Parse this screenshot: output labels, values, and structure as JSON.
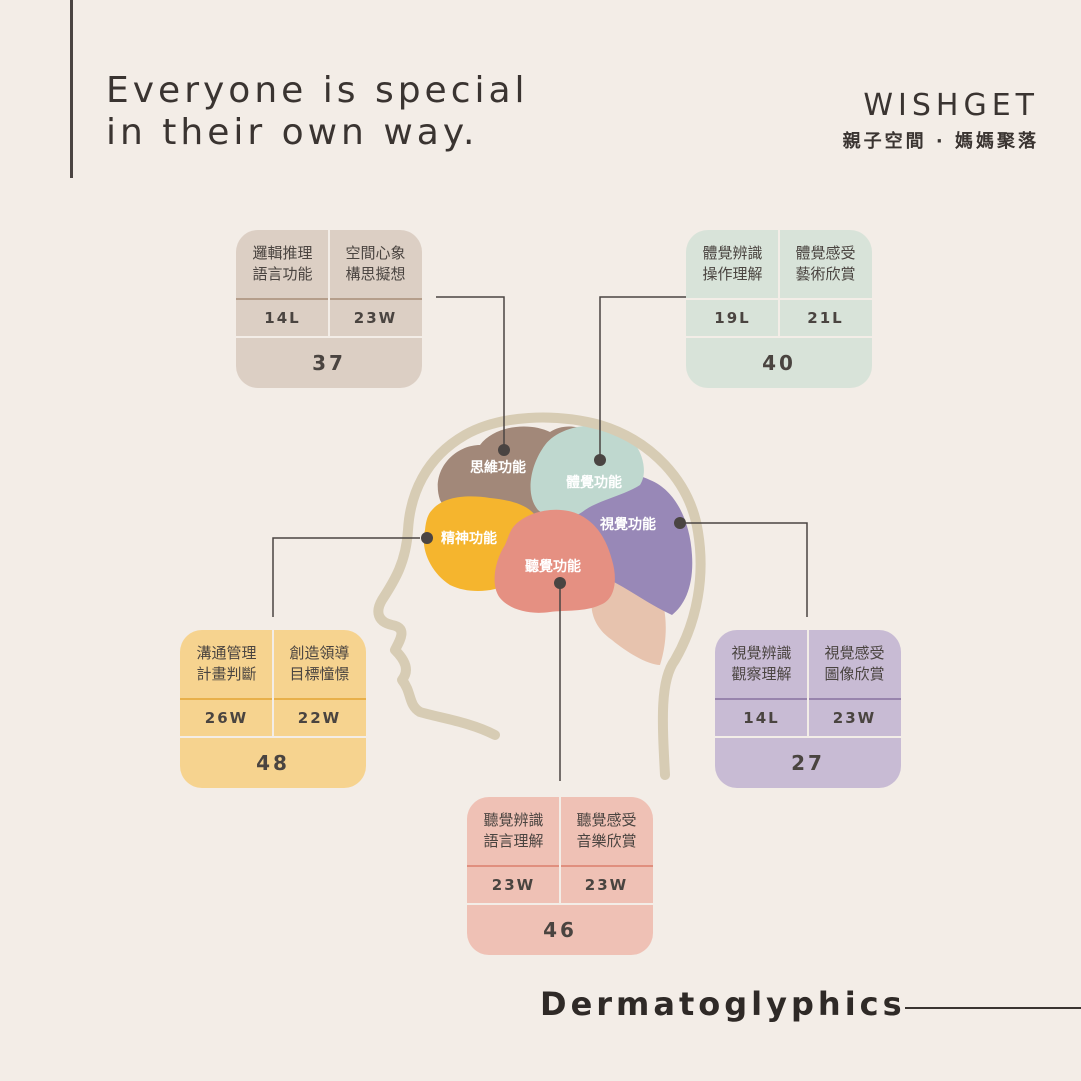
{
  "headline": {
    "line1": "Everyone is special",
    "line2": "in their own way."
  },
  "brand": {
    "name": "WISHGET",
    "sub": "親子空間 · 媽媽聚落"
  },
  "footer": {
    "title": "Dermatoglyphics"
  },
  "brain_regions": {
    "thinking": "思維功能",
    "somatic": "體覺功能",
    "visual": "視覺功能",
    "spirit": "精神功能",
    "auditory": "聽覺功能"
  },
  "cards": {
    "thinking": {
      "left": [
        "邏輯推理",
        "語言功能"
      ],
      "right": [
        "空間心象",
        "構思擬想"
      ],
      "left_value": "14L",
      "right_value": "23W",
      "total": "37",
      "color": "#dccfc4",
      "accent": "#b59e8b"
    },
    "somatic": {
      "left": [
        "體覺辨識",
        "操作理解"
      ],
      "right": [
        "體覺感受",
        "藝術欣賞"
      ],
      "left_value": "19L",
      "right_value": "21L",
      "total": "40",
      "color": "#d8e3d9",
      "accent": "#f3ede7"
    },
    "spirit": {
      "left": [
        "溝通管理",
        "計畫判斷"
      ],
      "right": [
        "創造領導",
        "目標憧憬"
      ],
      "left_value": "26W",
      "right_value": "22W",
      "total": "48",
      "color": "#f6d38f",
      "accent": "#e8b04a"
    },
    "visual": {
      "left": [
        "視覺辨識",
        "觀察理解"
      ],
      "right": [
        "視覺感受",
        "圖像欣賞"
      ],
      "left_value": "14L",
      "right_value": "23W",
      "total": "27",
      "color": "#c8bbd4",
      "accent": "#9884ad"
    },
    "auditory": {
      "left": [
        "聽覺辨識",
        "語言理解"
      ],
      "right": [
        "聽覺感受",
        "音樂欣賞"
      ],
      "left_value": "23W",
      "right_value": "23W",
      "total": "46",
      "color": "#efc1b5",
      "accent": "#e08f7e"
    }
  },
  "colors": {
    "background": "#f3ede7",
    "head_outline": "#d7ccb4",
    "thinking": "#a28879",
    "somatic": "#bfd8cf",
    "visual": "#9888b7",
    "spirit": "#f5b52e",
    "auditory": "#e59082",
    "cerebellum": "#e7c3ae"
  }
}
